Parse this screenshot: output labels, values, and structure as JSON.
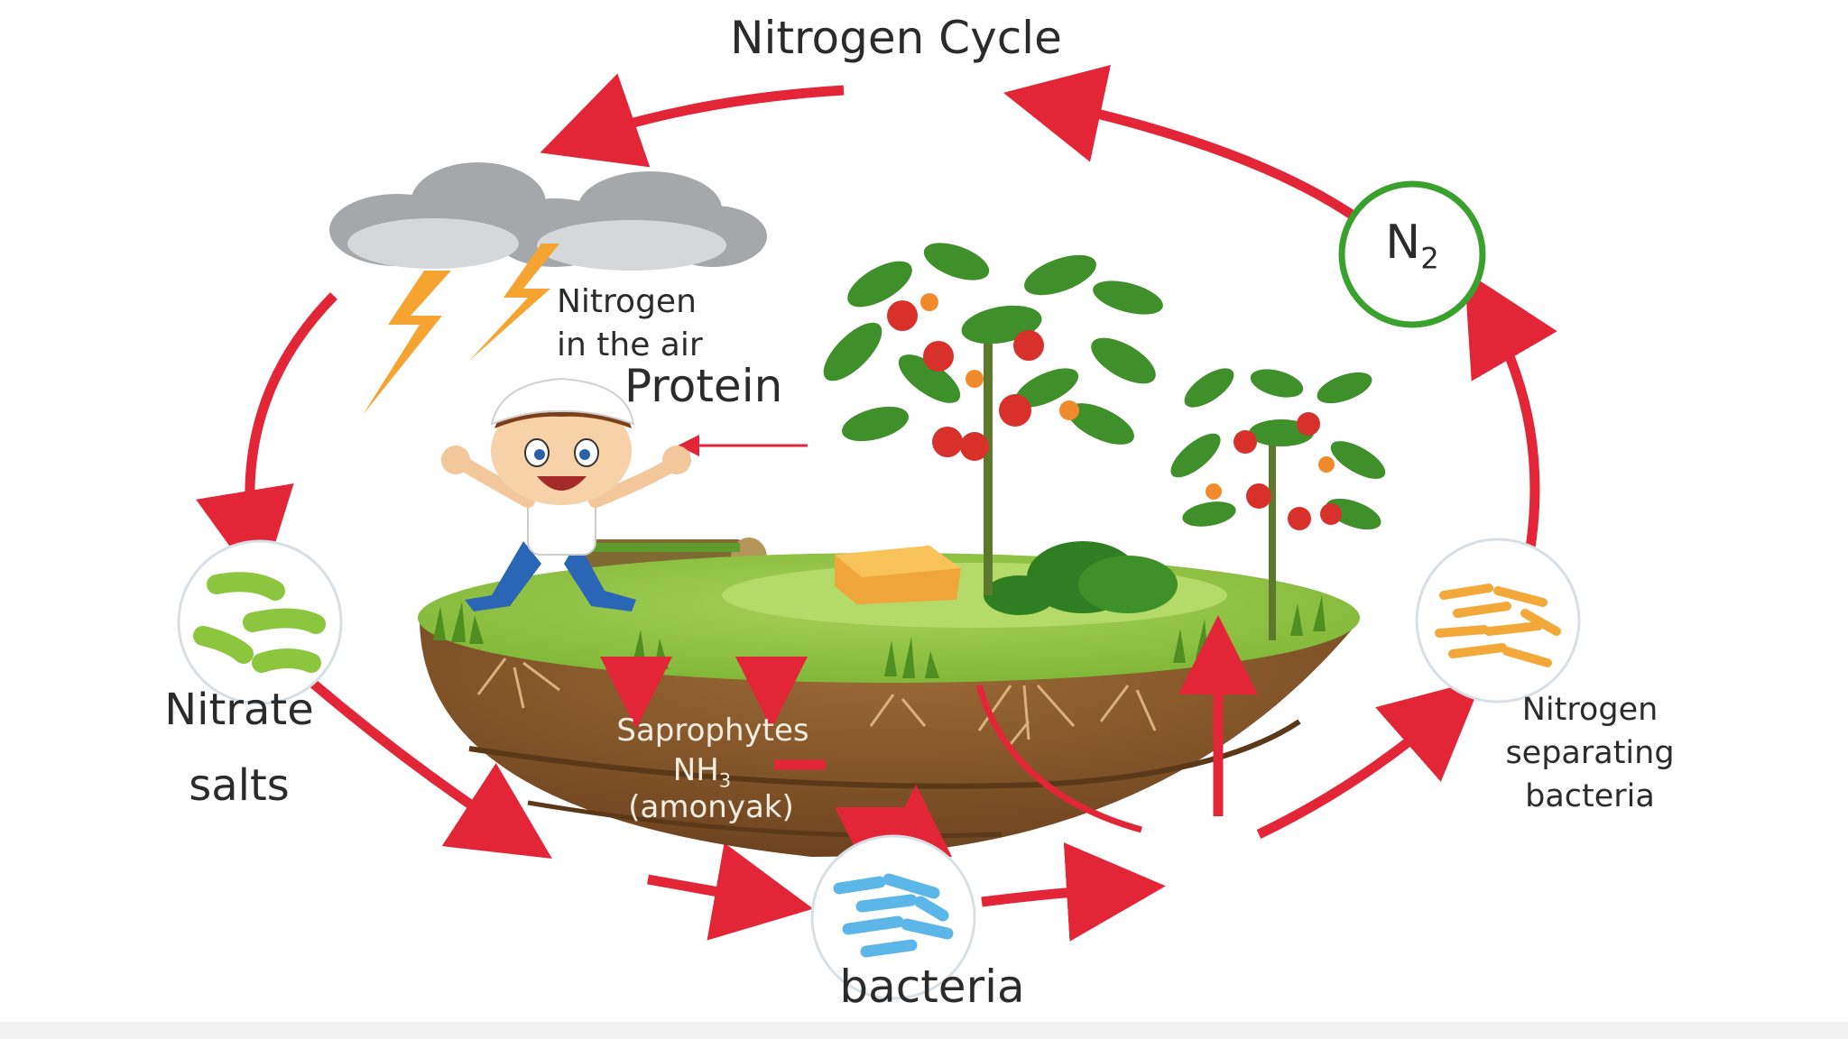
{
  "diagram": {
    "title": "Nitrogen Cycle",
    "labels": {
      "nitrogen_in_air": [
        "Nitrogen",
        "in the air"
      ],
      "protein": "Protein",
      "nitrate_salts": [
        "Nitrate",
        "salts"
      ],
      "saprophytes": "Saprophytes",
      "nh3": {
        "base": "NH",
        "sub": "3"
      },
      "amonyak": "(amonyak)",
      "n2": {
        "base": "N",
        "sub": "2"
      },
      "separating_bacteria": [
        "Nitrogen",
        "separating",
        "bacteria"
      ],
      "bacteria": "bacteria"
    },
    "icons": [
      "storm-cloud-icon",
      "lightning-icon",
      "boy-icon",
      "tomato-tree-icon",
      "bush-icon",
      "hay-bale-icon",
      "log-icon",
      "nitrate-bacteria-icon",
      "blue-bacteria-icon",
      "orange-bacteria-icon"
    ],
    "colors": {
      "arrow": "#e32538",
      "n2_ring": "#3aa12e",
      "grass": "#8cc63e",
      "soil": "#8a5a2b",
      "cloud": "#9fa3a6",
      "lightning": "#f5a331"
    }
  }
}
